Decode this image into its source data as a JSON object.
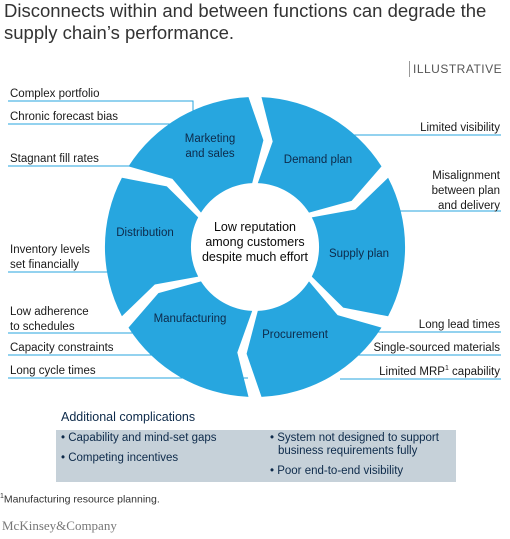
{
  "title": "Disconnects within and between functions can degrade the supply chain’s performance.",
  "tag": "ILLUSTRATIVE",
  "center": [
    "Low reputation",
    "among customers",
    "despite much effort"
  ],
  "segments": [
    {
      "lines": [
        "Marketing",
        "and sales"
      ]
    },
    {
      "lines": [
        "Demand plan"
      ]
    },
    {
      "lines": [
        "Supply plan"
      ]
    },
    {
      "lines": [
        "Procurement"
      ]
    },
    {
      "lines": [
        "Manufacturing"
      ]
    },
    {
      "lines": [
        "Distribution"
      ]
    }
  ],
  "left_labels": [
    {
      "lines": [
        "Complex portfolio"
      ]
    },
    {
      "lines": [
        "Chronic forecast bias"
      ]
    },
    {
      "lines": [
        "Stagnant fill rates"
      ]
    },
    {
      "lines": [
        "Inventory levels",
        "set financially"
      ]
    },
    {
      "lines": [
        "Low adherence",
        "to schedules"
      ]
    },
    {
      "lines": [
        "Capacity constraints"
      ]
    },
    {
      "lines": [
        "Long cycle times"
      ]
    }
  ],
  "right_labels": [
    {
      "lines": [
        "Limited visibility"
      ]
    },
    {
      "lines": [
        "Misalignment",
        "between plan",
        "and delivery"
      ]
    },
    {
      "lines": [
        "Long lead times"
      ]
    },
    {
      "lines": [
        "Single-sourced materials"
      ]
    },
    {
      "lines": [
        "Limited MRP",
        "capability"
      ],
      "sup": "1"
    }
  ],
  "complications": {
    "title": "Additional complications",
    "col1": [
      "• Capability and mind-set gaps",
      "• Competing incentives"
    ],
    "col2a": "• System not designed to support",
    "col2b": "business requirements fully",
    "col2c": "• Poor end-to-end visibility"
  },
  "footnote_sup": "1",
  "footnote": "Manufacturing resource planning.",
  "logo": "McKinsey&Company",
  "colors": {
    "segment": "#27a6df",
    "line": "#27a6df",
    "box": "#c6d1d9"
  }
}
